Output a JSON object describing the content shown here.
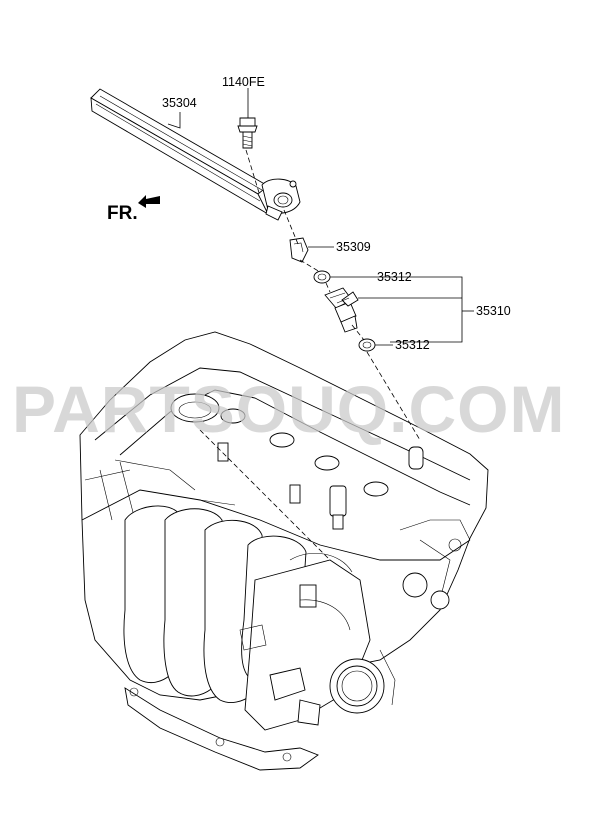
{
  "diagram": {
    "direction_label": "FR.",
    "watermark": "PARTSOUQ.COM",
    "parts": [
      {
        "id": "fuel-rail",
        "code": "35304"
      },
      {
        "id": "bolt",
        "code": "1140FE"
      },
      {
        "id": "injector-clip",
        "code": "35309"
      },
      {
        "id": "injector-assembly",
        "code": "35310"
      },
      {
        "id": "o-ring-upper",
        "code": "35312"
      },
      {
        "id": "o-ring-lower",
        "code": "35312"
      }
    ]
  }
}
